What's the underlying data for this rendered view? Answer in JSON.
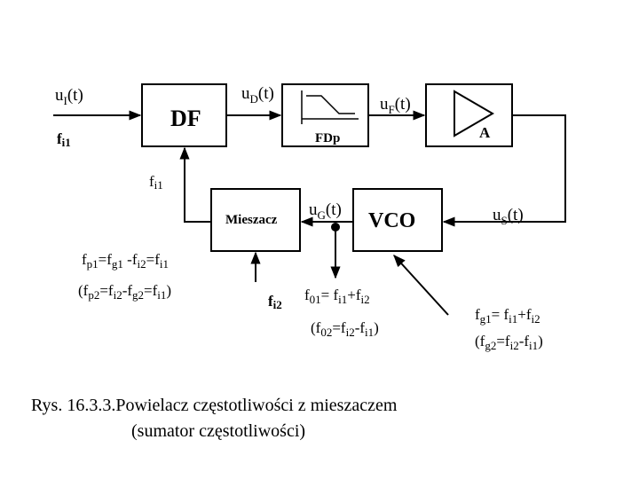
{
  "blocks": {
    "df": "DF",
    "fdp": "FDp",
    "amp": "A",
    "mixer": "Mieszacz",
    "vco": "VCO"
  },
  "signals": {
    "ui": {
      "base": "u",
      "sub": "I",
      "tail": "(t)"
    },
    "ud": {
      "base": "u",
      "sub": "D",
      "tail": "(t)"
    },
    "uf": {
      "base": "u",
      "sub": "F",
      "tail": "(t)"
    },
    "ug": {
      "base": "u",
      "sub": "G",
      "tail": "(t)"
    },
    "us": {
      "base": "u",
      "sub": "S",
      "tail": "(t)"
    },
    "fi1_in": {
      "base": "f",
      "sub": "i1"
    },
    "fi1_fb": {
      "base": "f",
      "sub": "i1"
    },
    "fi2": {
      "base": "f",
      "sub": "i2"
    }
  },
  "equations": {
    "fp1": "fp1=fg1-fi2=fi1",
    "fp2": "(fp2=fi2-fg2=fi1)",
    "f01": "f01= fi1+fi2",
    "f02": "(f02=fi2-fi1)",
    "fg1": "fg1= fi1+fi2",
    "fg2": "(fg2=fi2-fi1)"
  },
  "caption": {
    "line1": "Rys. 16.3.3.Powielacz  częstotliwości z mieszaczem",
    "line2": "(sumator częstotliwości)"
  },
  "colors": {
    "stroke": "#000000",
    "background": "#ffffff"
  }
}
